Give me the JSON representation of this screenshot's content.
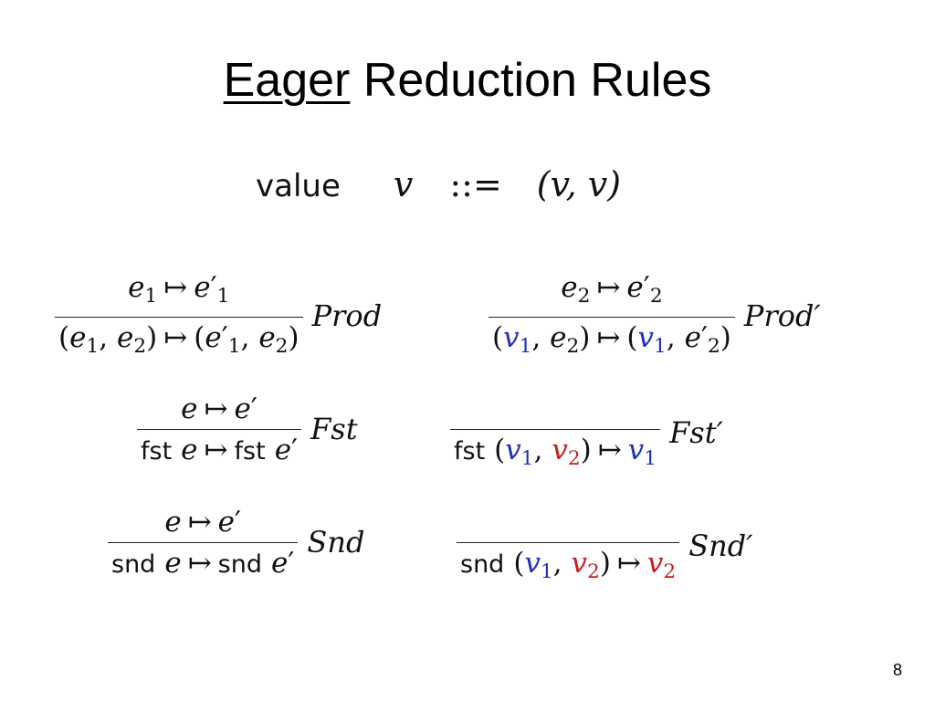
{
  "title": {
    "emphasis": "Eager",
    "rest": "Reduction Rules"
  },
  "grammar": {
    "keyword": "value",
    "metavar": "v",
    "defines": "::=",
    "production": "(v, v)"
  },
  "rules": {
    "prod": {
      "name": "Prod"
    },
    "prod_prime": {
      "name": "Prod′"
    },
    "fst": {
      "name": "Fst"
    },
    "fst_prime": {
      "name": "Fst′"
    },
    "snd": {
      "name": "Snd"
    },
    "snd_prime": {
      "name": "Snd′"
    }
  },
  "symbols": {
    "e": "e",
    "v": "v",
    "maps_to": "↦",
    "prime": "′",
    "lparen": "(",
    "rparen": ")",
    "comma": ",",
    "one": "1",
    "two": "2",
    "fst": "fst",
    "snd": "snd"
  },
  "colors": {
    "v1": "#1f2fb8",
    "v2": "#c81e1e"
  },
  "page_number": "8"
}
